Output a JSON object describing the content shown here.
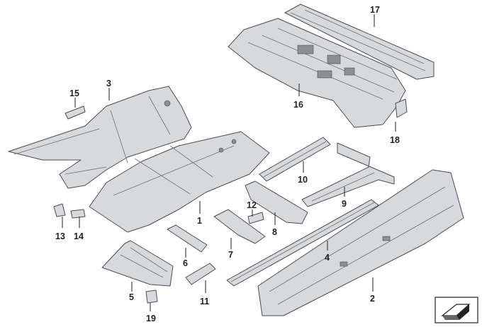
{
  "callouts": {
    "c1": "1",
    "c2": "2",
    "c3": "3",
    "c4": "4",
    "c5": "5",
    "c6": "6",
    "c7": "7",
    "c8": "8",
    "c9": "9",
    "c10": "10",
    "c11": "11",
    "c12": "12",
    "c13": "13",
    "c14": "14",
    "c15": "15",
    "c16": "16",
    "c17": "17",
    "c18": "18",
    "c19": "19"
  },
  "icons": {
    "nav": "page-flip-icon"
  },
  "colors": {
    "part_fill": "#d7d9dc",
    "part_stroke": "#4a4d52",
    "label": "#222222"
  }
}
